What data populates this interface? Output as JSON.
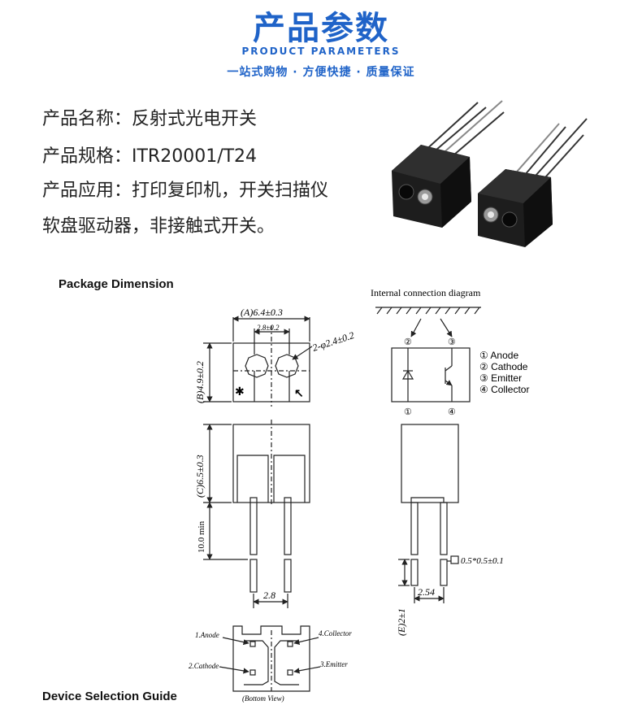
{
  "header": {
    "title": "产品参数",
    "subtitle": "PRODUCT PARAMETERS",
    "slogan": "一站式购物 · 方便快捷 · 质量保证"
  },
  "specs": {
    "line1": "产品名称：反射式光电开关",
    "line2": "产品规格：ITR20001/T24",
    "line3": "产品应用：打印复印机，开关扫描仪",
    "line4": "软盘驱动器，非接触式开关。"
  },
  "sections": {
    "package": "Package Dimension",
    "device": "Device Selection Guide"
  },
  "diagram": {
    "dim_a": "(A)6.4±0.3",
    "dim_hole_spacing": "2.8±0.2",
    "dim_holes": "2-φ2.4±0.2",
    "dim_b": "(B)4.9±0.2",
    "dim_c": "(C)6.5±0.3",
    "dim_lead_min": "10.0 min",
    "dim_lead_pitch": "2.8",
    "dim_lead_pitch_side": "2.54",
    "dim_e": "(E)2±1",
    "dim_lead_size": "0.5*0.5±0.1",
    "connection_title": "Internal connection diagram",
    "pin_numbers": [
      "①",
      "②",
      "③",
      "④"
    ],
    "legend": [
      "① Anode",
      "② Cathode",
      "③ Emitter",
      "④ Collector"
    ],
    "bottom_labels": {
      "anode": "1.Anode",
      "cathode": "2.Cathode",
      "collector": "4.Collector",
      "emitter": "3.Emitter",
      "view": "(Bottom View)"
    }
  }
}
